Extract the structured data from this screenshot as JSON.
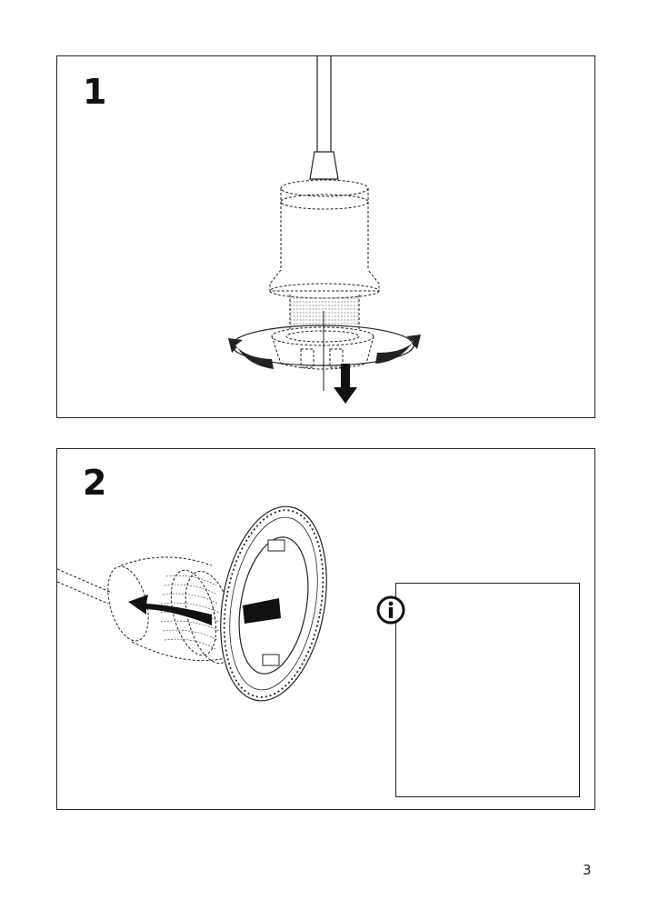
{
  "steps": [
    {
      "number": "1"
    },
    {
      "number": "2"
    }
  ],
  "icons": {
    "info": "info-icon",
    "rotate_arrows": "rotate-arrow-icon",
    "down_arrow": "down-arrow-icon",
    "pull_arrow": "pull-arrow-icon",
    "pointing_hand": "pointing-hand-icon"
  },
  "page": {
    "number": "3"
  }
}
